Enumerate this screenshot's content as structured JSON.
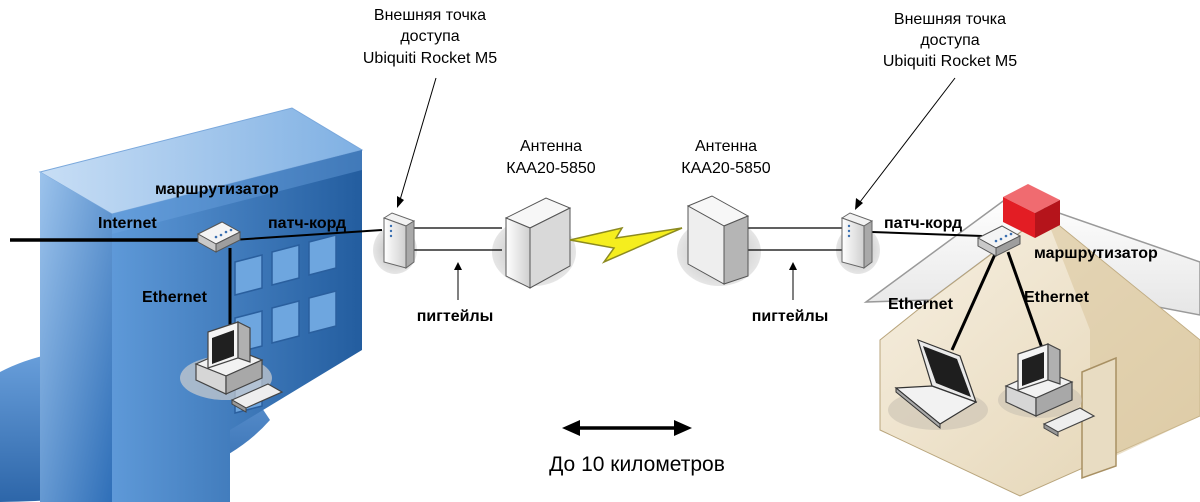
{
  "left_site": {
    "internet_label": "Internet",
    "router_label": "маршрутизатор",
    "ethernet_label": "Ethernet",
    "patch_cord_label": "патч-корд"
  },
  "right_site": {
    "router_label": "маршрутизатор",
    "ethernet_left_label": "Ethernet",
    "ethernet_right_label": "Ethernet",
    "patch_cord_label": "патч-корд"
  },
  "access_point_left": {
    "line1": "Внешняя точка",
    "line2": "доступа",
    "line3": "Ubiquiti Rocket M5"
  },
  "access_point_right": {
    "line1": "Внешняя точка",
    "line2": "доступа",
    "line3": "Ubiquiti Rocket M5"
  },
  "antenna_left": {
    "line1": "Антенна",
    "line2": "КАА20-5850"
  },
  "antenna_right": {
    "line1": "Антенна",
    "line2": "КАА20-5850"
  },
  "pigtail_left_label": "пигтейлы",
  "pigtail_right_label": "пигтейлы",
  "distance_label": "До 10 километров",
  "colors": {
    "building_blue": "#3f80c8",
    "house_wall": "#f1e7d2",
    "chimney_red": "#d71920",
    "lightning_yellow": "#f5ee1e"
  }
}
